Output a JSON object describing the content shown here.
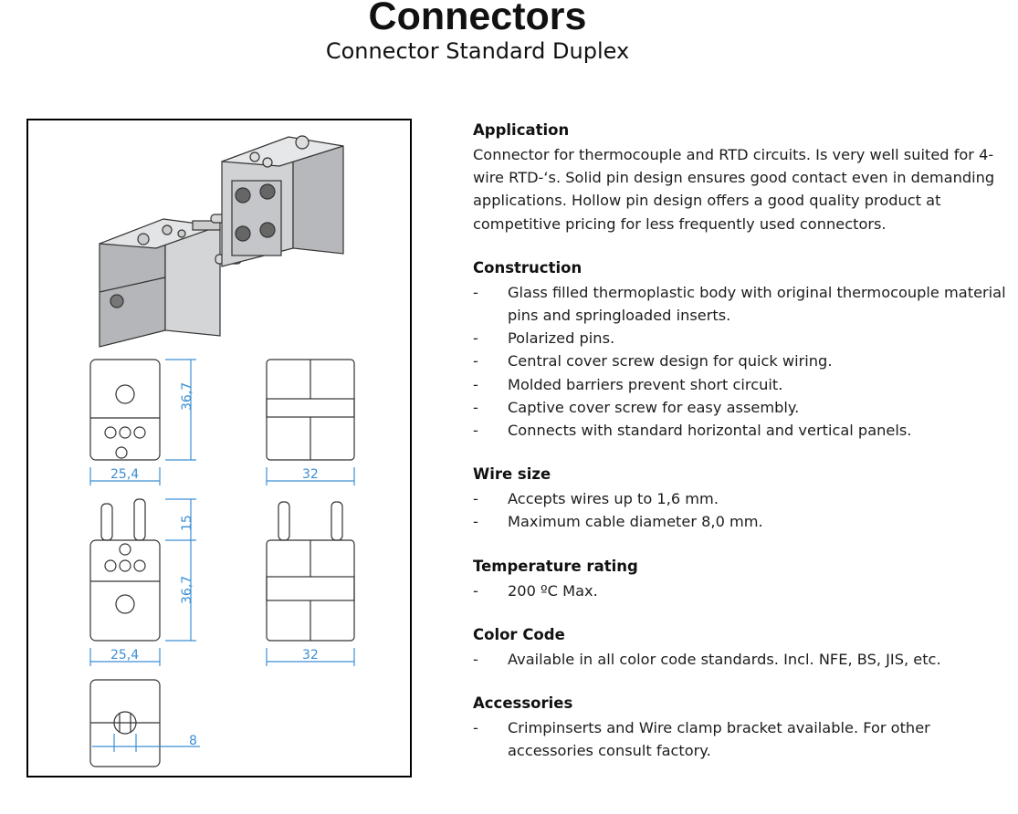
{
  "header": {
    "title": "Connectors",
    "subtitle": "Connector Standard Duplex"
  },
  "drawing": {
    "dim_height_top": "36,7",
    "dim_width_top": "25,4",
    "dim_side_top": "32",
    "dim_pin": "15",
    "dim_height_bottom": "36,7",
    "dim_width_bottom": "25,4",
    "dim_side_bottom": "32",
    "dim_cable": "8"
  },
  "sections": {
    "application": {
      "heading": "Application",
      "text": "Connector for thermocouple and RTD circuits. Is very well suited for 4-wire RTD-‘s. Solid pin design ensures good contact even in demanding applications. Hollow pin design offers a good quality product at competitive pricing for less frequently used connectors."
    },
    "construction": {
      "heading": "Construction",
      "items": [
        "Glass filled thermoplastic body with original thermocouple material pins and springloaded inserts.",
        "Polarized pins.",
        "Central cover screw design for quick wiring.",
        "Molded barriers prevent short circuit.",
        "Captive cover screw for easy assembly.",
        "Connects with standard horizontal and vertical panels."
      ]
    },
    "wire_size": {
      "heading": "Wire size",
      "items": [
        "Accepts wires up to 1,6 mm.",
        "Maximum cable diameter 8,0 mm."
      ]
    },
    "temperature": {
      "heading": "Temperature rating",
      "items": [
        "200 ºC Max."
      ]
    },
    "color_code": {
      "heading": "Color Code",
      "items": [
        "Available in all color code standards. Incl. NFE, BS, JIS, etc."
      ]
    },
    "accessories": {
      "heading": "Accessories",
      "items": [
        "Crimpinserts and Wire clamp bracket available. For other accessories consult factory."
      ]
    }
  },
  "bullet_char": "-",
  "colors": {
    "dimension": "#3c8fd4",
    "text": "#1d1d1d"
  }
}
